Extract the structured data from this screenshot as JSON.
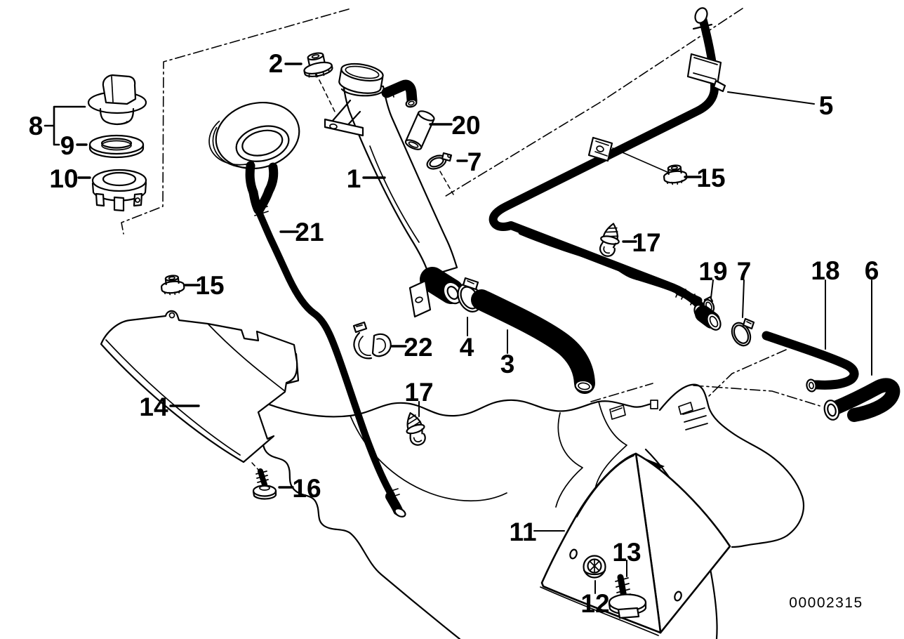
{
  "colors": {
    "ink": "#000000",
    "background": "#ffffff"
  },
  "drawing_number": "00002315",
  "callouts": [
    {
      "id": "callout-2",
      "label": "2"
    },
    {
      "id": "callout-8",
      "label": "8"
    },
    {
      "id": "callout-9",
      "label": "9"
    },
    {
      "id": "callout-10",
      "label": "10"
    },
    {
      "id": "callout-1",
      "label": "1"
    },
    {
      "id": "callout-21",
      "label": "21"
    },
    {
      "id": "callout-20",
      "label": "20"
    },
    {
      "id": "callout-7-top",
      "label": "7"
    },
    {
      "id": "callout-5",
      "label": "5"
    },
    {
      "id": "callout-15-right",
      "label": "15"
    },
    {
      "id": "callout-17-top",
      "label": "17"
    },
    {
      "id": "callout-19",
      "label": "19"
    },
    {
      "id": "callout-7-mid",
      "label": "7"
    },
    {
      "id": "callout-18",
      "label": "18"
    },
    {
      "id": "callout-6",
      "label": "6"
    },
    {
      "id": "callout-15-left",
      "label": "15"
    },
    {
      "id": "callout-22",
      "label": "22"
    },
    {
      "id": "callout-4",
      "label": "4"
    },
    {
      "id": "callout-3",
      "label": "3"
    },
    {
      "id": "callout-17-mid",
      "label": "17"
    },
    {
      "id": "callout-14",
      "label": "14"
    },
    {
      "id": "callout-16",
      "label": "16"
    },
    {
      "id": "callout-11",
      "label": "11"
    },
    {
      "id": "callout-12",
      "label": "12"
    },
    {
      "id": "callout-13",
      "label": "13"
    }
  ]
}
